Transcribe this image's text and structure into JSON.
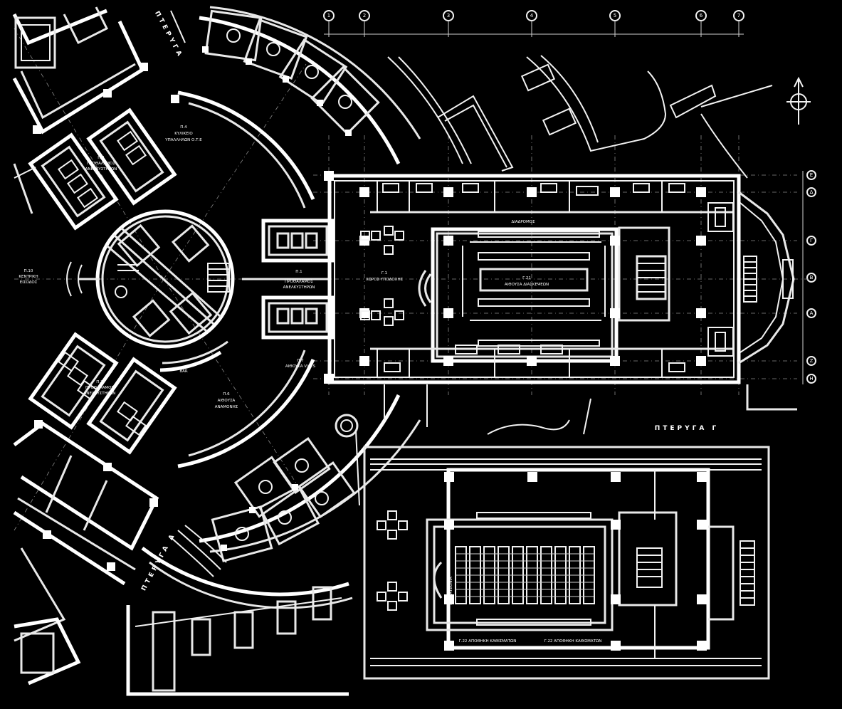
{
  "wing_labels": {
    "top_left": "ΠΤΕΡΥΓΑ",
    "right": "ΠΤΕΡΥΓΑ Γ",
    "bottom_left": "ΠΤΕΡΥΓΑ Δ"
  },
  "room_labels": {
    "p4_code": "Π.4",
    "p4_name": "ΚΥΛΙΚΕΙΟ",
    "p4_name2": "ΥΠΑΛΛΗΛΩΝ Ο.Τ.Ε",
    "p2_code": "Π.2",
    "p2_name": "ΠΡΟΘΑΛΑΜΟΣ",
    "p2_name2": "ΑΝΕΛΚΥΣΤΗΡΩΝ",
    "p3_code": "Π.3",
    "p3_name": "ΠΡΟΘΑΛΑΜΟΣ",
    "p3_name2": "ΑΝΕΛΚΥΣΤΗΡΩΝ",
    "p10_code": "Π.10",
    "p10_name": "ΚΕΝΤΡΙΚΗ",
    "p10_name2": "ΕΙΣΟΔΟΣ",
    "p1_code": "Π.1",
    "p1_name": "ΠΡΟΘΑΛΑΜΟΣ",
    "p1_name2": "ΑΝΕΛΚΥΣΤΗΡΩΝ",
    "p7_code": "Π.7",
    "p7_name": "ΑΙΘΟΥΣΑ V.I.P.S",
    "p6_code": "Π.6",
    "p6_name": "ΑΙΘΟΥΣΑ",
    "p6_name2": "ΑΝΑΜΟΝΗΣ",
    "bar": "BAR",
    "g1_code": "Γ.1",
    "g1_name": "ΧΩΡΟΣ ΥΠΟΔΟΧΗΣ",
    "g21_code": "Γ.21",
    "g21_name": "ΑΙΘΟΥΣΑ ΔΙΑΣΚΕΨΕΩΝ",
    "diadromos": "ΔΙΑΔΡΟΜΟΣ",
    "g22a": "Γ.22 ΑΠΟΘΗΚΗ ΚΑΘΙΣΜΑΤΩΝ",
    "g22b": "Γ.22 ΑΠΟΘΗΚΗ ΚΑΘΙΣΜΑΤΩΝ",
    "matzonia": "Γ.3 ΜΑΤΖΟΝΙΑ"
  },
  "grid_axes": [
    "1",
    "2",
    "3",
    "4",
    "5",
    "6",
    "7"
  ],
  "grid_rows": [
    "Ε",
    "Δ",
    "Γ",
    "Β",
    "Α",
    "Ζ",
    "Η"
  ]
}
